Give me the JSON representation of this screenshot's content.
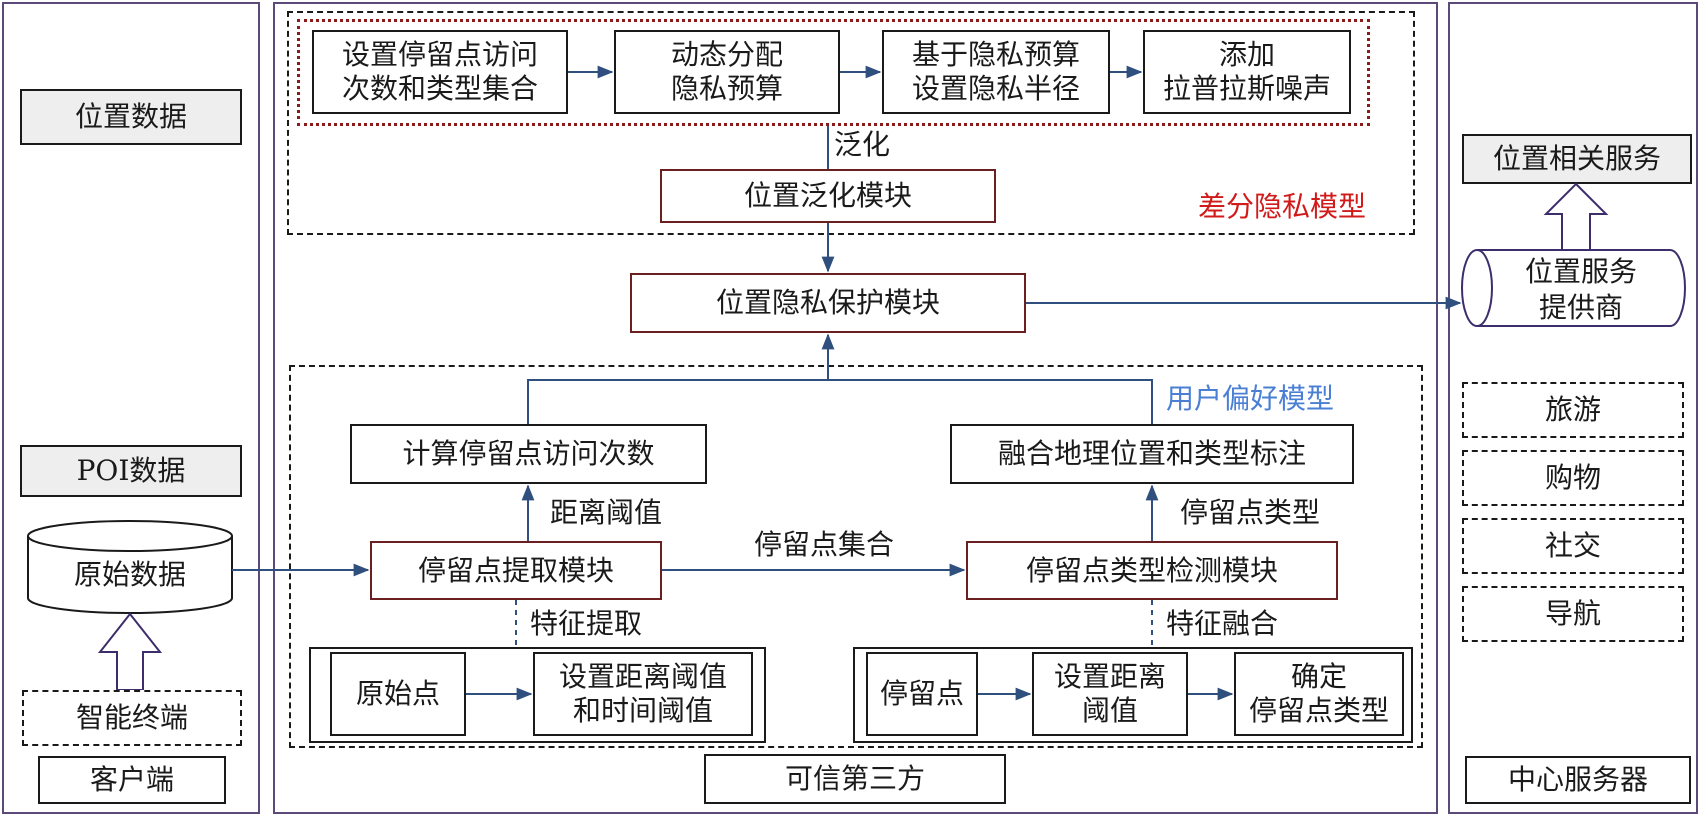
{
  "client": {
    "location_data": "位置数据",
    "poi_data": "POI数据",
    "raw_data": "原始数据",
    "smart_terminal": "智能终端",
    "title": "客户端"
  },
  "trusted_third_party": {
    "title": "可信第三方",
    "dp_model": {
      "label": "差分隐私模型",
      "step1": "设置停留点访问\n次数和类型集合",
      "step2": "动态分配\n隐私预算",
      "step3": "基于隐私预算\n设置隐私半径",
      "step4": "添加\n拉普拉斯噪声",
      "generalize_label": "泛化",
      "generalization_module": "位置泛化模块"
    },
    "privacy_module": "位置隐私保护模块",
    "user_pref_model": {
      "label": "用户偏好模型",
      "visit_count": "计算停留点访问次数",
      "fuse_location": "融合地理位置和类型标注",
      "distance_threshold_label": "距离阈值",
      "stay_type_label": "停留点类型",
      "stay_extraction_module": "停留点提取模块",
      "stay_set_label": "停留点集合",
      "stay_type_detection_module": "停留点类型检测模块",
      "feature_extraction_label": "特征提取",
      "feature_fusion_label": "特征融合",
      "raw_point": "原始点",
      "set_thresholds": "设置距离阈值\n和时间阈值",
      "stay_point": "停留点",
      "set_distance_threshold": "设置距离\n阈值",
      "determine_type": "确定\n停留点类型"
    }
  },
  "central_server": {
    "title": "中心服务器",
    "location_services": "位置相关服务",
    "provider": "位置服务\n提供商",
    "services": [
      "旅游",
      "购物",
      "社交",
      "导航"
    ]
  },
  "colors": {
    "panel_border": "#5b4a7a",
    "arrow": "#2f4f7f",
    "dp_label": "#d11a1a",
    "user_pref_label": "#4a7fd4",
    "module_border": "#6b1f1f"
  }
}
